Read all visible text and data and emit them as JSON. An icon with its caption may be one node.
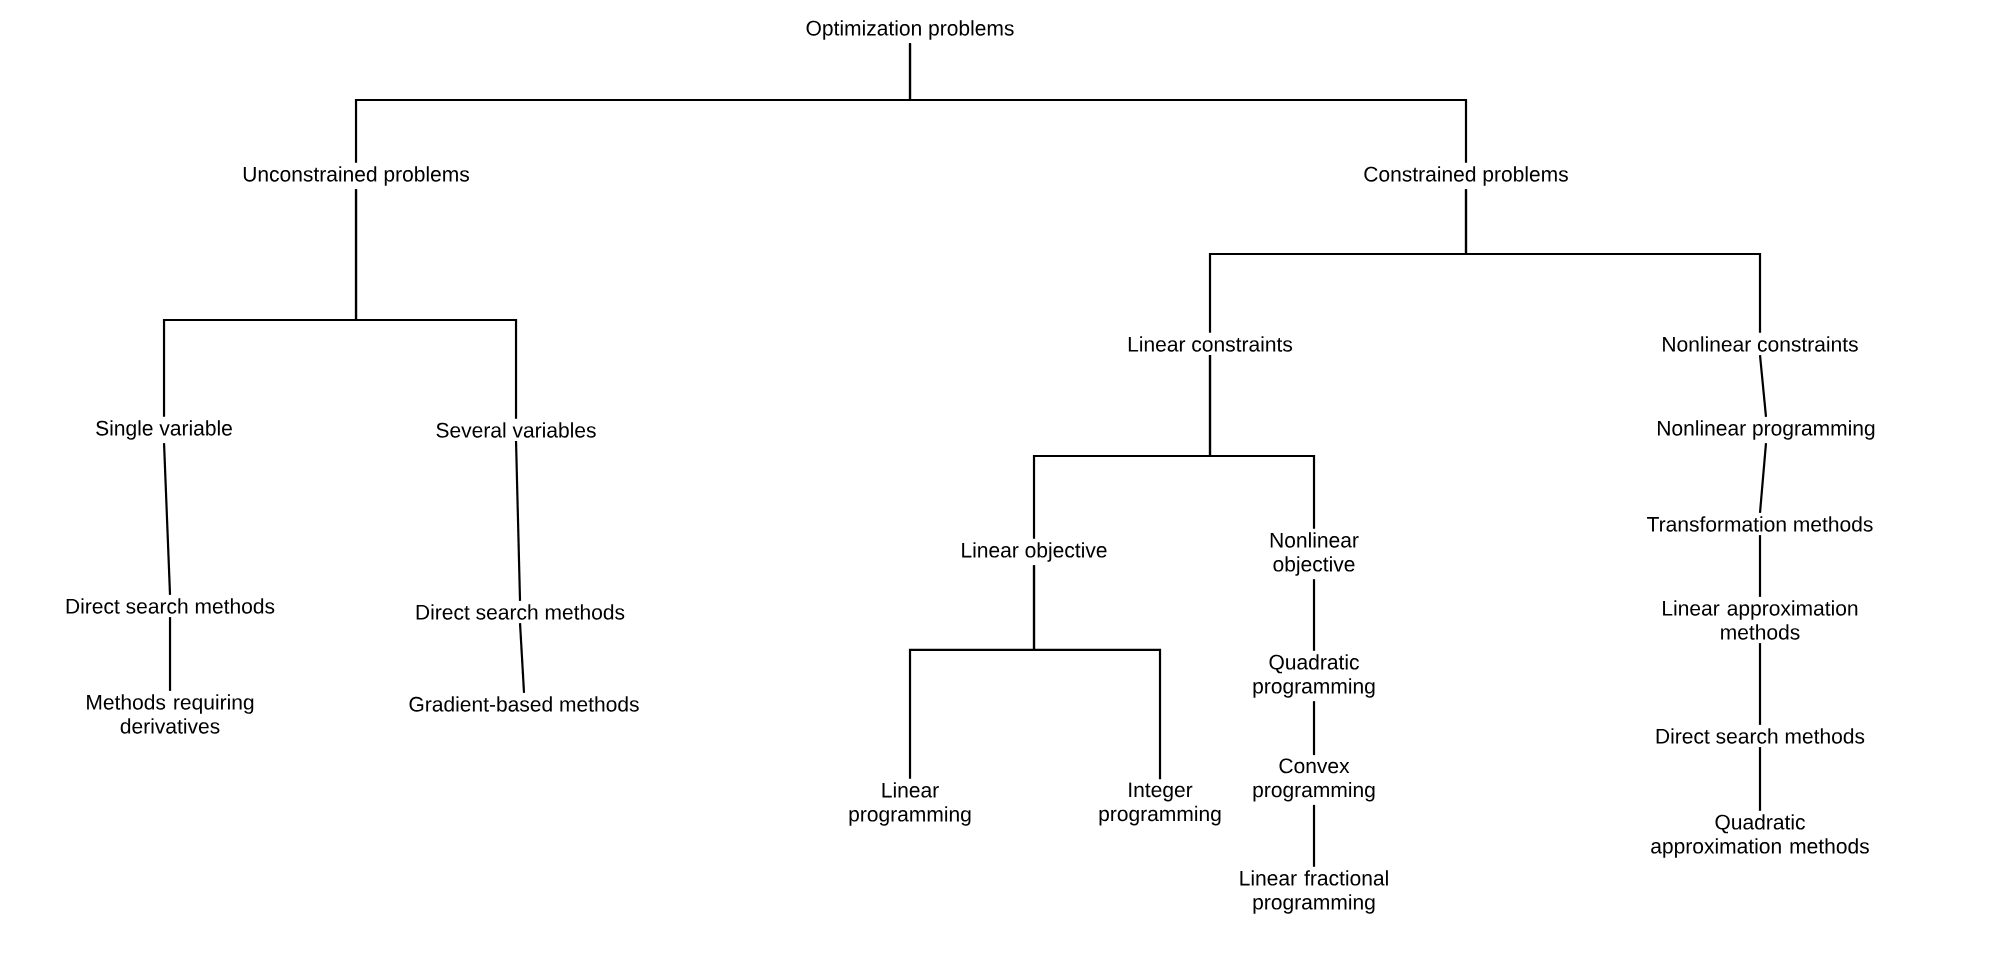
{
  "diagram": {
    "nodes": [
      {
        "text": [
          "Optimization problems"
        ]
      },
      {
        "text": [
          "Unconstrained problems"
        ]
      },
      {
        "text": [
          "Constrained problems"
        ]
      },
      {
        "text": [
          "Single variable"
        ]
      },
      {
        "text": [
          "Several variables"
        ]
      },
      {
        "text": [
          "Direct search methods"
        ]
      },
      {
        "text": [
          "Methods requiring derivatives"
        ]
      },
      {
        "text": [
          "Direct search methods"
        ]
      },
      {
        "text": [
          "Gradient-based methods"
        ]
      },
      {
        "text": [
          "Linear constraints"
        ]
      },
      {
        "text": [
          "Nonlinear constraints"
        ]
      },
      {
        "text": [
          "Linear objective"
        ]
      },
      {
        "text": [
          "Nonlinear objective"
        ]
      },
      {
        "text": [
          "Linear programming"
        ]
      },
      {
        "text": [
          "Integer programming"
        ]
      },
      {
        "text": [
          "Quadratic programming"
        ]
      },
      {
        "text": [
          "Convex programming"
        ]
      },
      {
        "text": [
          "Linear fractional programming"
        ]
      },
      {
        "text": [
          "Nonlinear programming"
        ]
      },
      {
        "text": [
          "Transformation methods"
        ]
      },
      {
        "text": [
          "Linear approximation methods"
        ]
      },
      {
        "text": [
          "Direct search methods"
        ]
      },
      {
        "text": [
          "Quadratic approximation methods"
        ]
      }
    ],
    "edges": [
      {
        "from": 0,
        "to": 1,
        "arrow": "none"
      },
      {
        "from": 0,
        "to": 2,
        "arrow": "none"
      },
      {
        "from": 1,
        "to": 3,
        "arrow": "none"
      },
      {
        "from": 1,
        "to": 4,
        "arrow": "none"
      },
      {
        "from": 3,
        "to": 5,
        "arrow": "none"
      },
      {
        "from": 5,
        "to": 6,
        "arrow": "none"
      },
      {
        "from": 4,
        "to": 7,
        "arrow": "none"
      },
      {
        "from": 7,
        "to": 8,
        "arrow": "none"
      },
      {
        "from": 2,
        "to": 9,
        "arrow": "none"
      },
      {
        "from": 2,
        "to": 10,
        "arrow": "none"
      },
      {
        "from": 9,
        "to": 11,
        "arrow": "none"
      },
      {
        "from": 9,
        "to": 12,
        "arrow": "none"
      },
      {
        "from": 11,
        "to": 13,
        "arrow": "none"
      },
      {
        "from": 11,
        "to": 14,
        "arrow": "none"
      },
      {
        "from": 12,
        "to": 15,
        "arrow": "none"
      },
      {
        "from": 15,
        "to": 16,
        "arrow": "none"
      },
      {
        "from": 16,
        "to": 17,
        "arrow": "none"
      },
      {
        "from": 10,
        "to": 18,
        "arrow": "none"
      },
      {
        "from": 18,
        "to": 19,
        "arrow": "none"
      },
      {
        "from": 19,
        "to": 20,
        "arrow": "none"
      },
      {
        "from": 20,
        "to": 21,
        "arrow": "none"
      },
      {
        "from": 21,
        "to": 22,
        "arrow": "none"
      }
    ]
  }
}
